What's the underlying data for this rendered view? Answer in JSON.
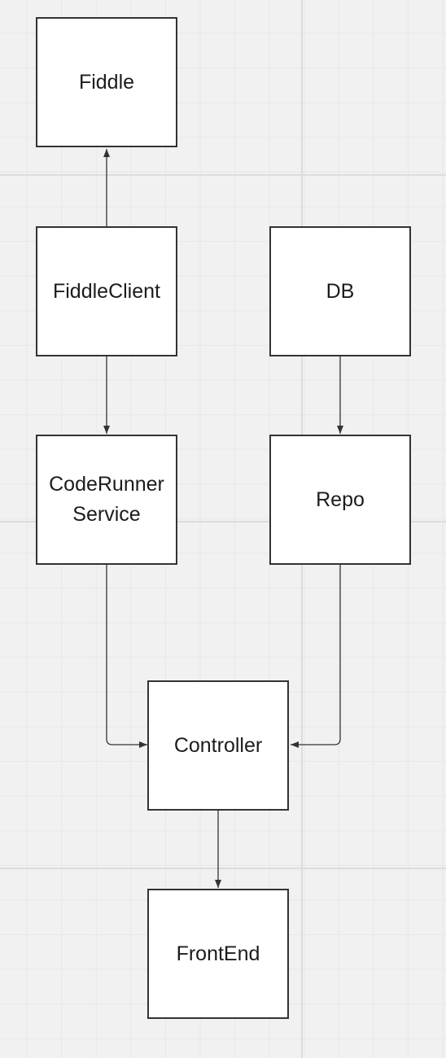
{
  "diagram": {
    "nodes": [
      {
        "id": "fiddle",
        "label": "Fiddle"
      },
      {
        "id": "fiddle-client",
        "label": "FiddleClient"
      },
      {
        "id": "db",
        "label": "DB"
      },
      {
        "id": "coderunner-service",
        "label": "CodeRunner\nService"
      },
      {
        "id": "repo",
        "label": "Repo"
      },
      {
        "id": "controller",
        "label": "Controller"
      },
      {
        "id": "frontend",
        "label": "FrontEnd"
      }
    ],
    "edges": [
      {
        "from": "fiddle-client",
        "to": "fiddle"
      },
      {
        "from": "fiddle-client",
        "to": "coderunner-service"
      },
      {
        "from": "db",
        "to": "repo"
      },
      {
        "from": "coderunner-service",
        "to": "controller"
      },
      {
        "from": "repo",
        "to": "controller"
      },
      {
        "from": "controller",
        "to": "frontend"
      }
    ]
  },
  "colors": {
    "background": "#f1f1f1",
    "node_fill": "#ffffff",
    "node_border": "#333333",
    "connector": "#333333"
  }
}
